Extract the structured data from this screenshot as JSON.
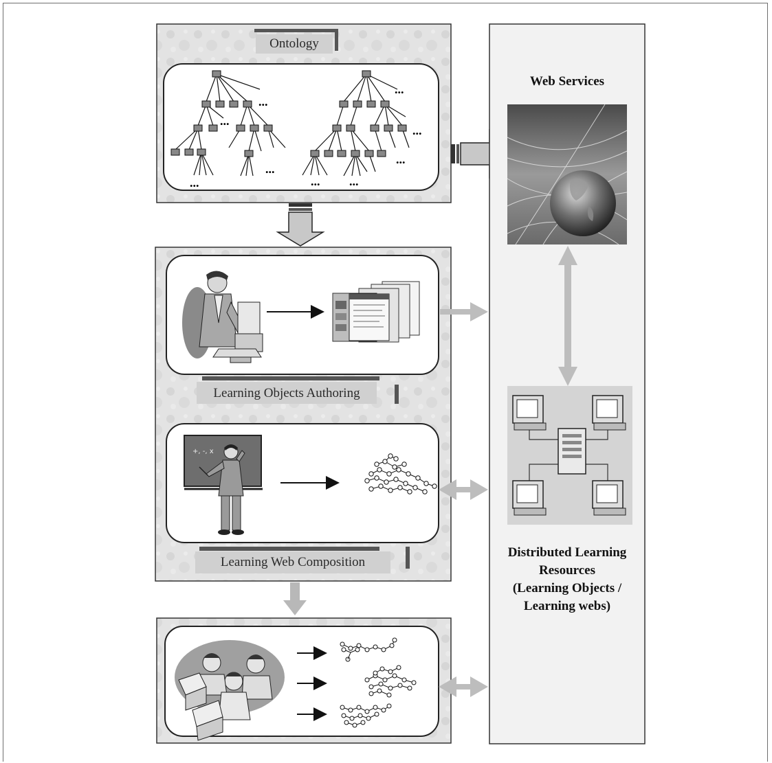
{
  "labels": {
    "ontology": "Ontology",
    "web_services": "Web Services",
    "authoring": "Learning Objects Authoring",
    "composition": "Learning Web Composition",
    "distributed": [
      "Distributed Learning",
      "Resources",
      "(Learning Objects /",
      "Learning webs)"
    ]
  },
  "symbols": {
    "ellipsis": "..."
  },
  "icons": [
    "globe-icon",
    "author-at-computer-icon",
    "web-pages-icon",
    "teacher-at-board-icon",
    "learning-web-icon",
    "learners-group-icon",
    "network-computers-icon",
    "server-icon"
  ],
  "colors": {
    "panel": "#d9d9d9",
    "panel_border": "#333333",
    "arrow_fill": "#c4c4c4",
    "node": "#888888",
    "inner_box": "#ffffff"
  }
}
